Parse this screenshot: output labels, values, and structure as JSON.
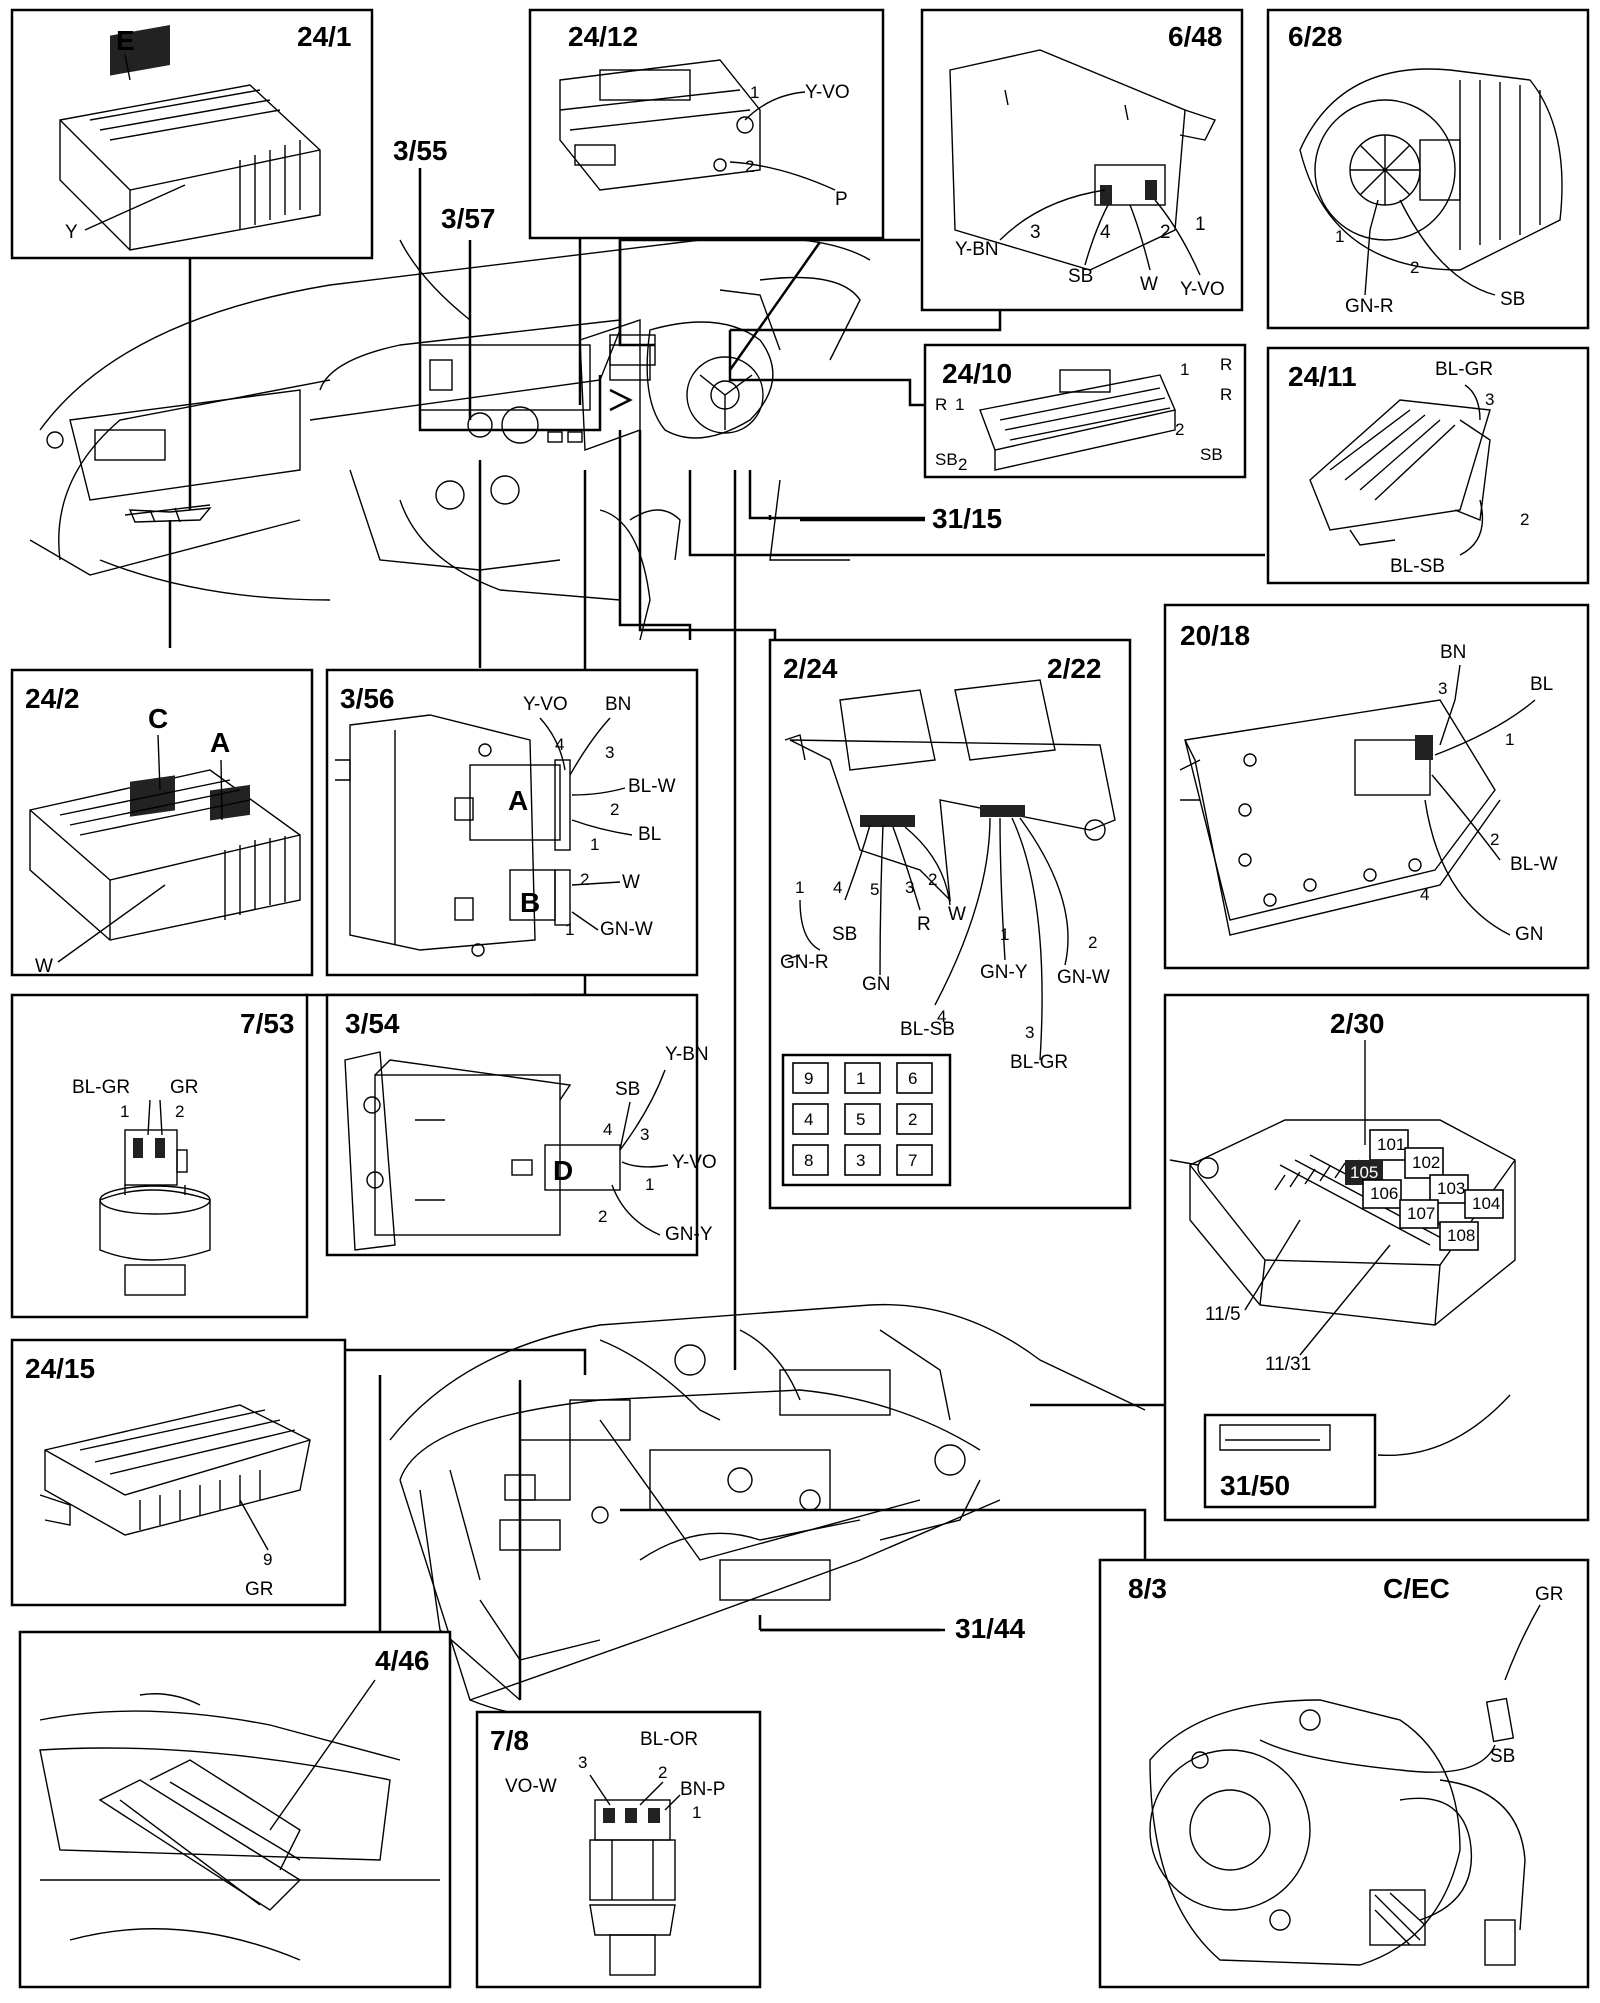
{
  "connectors": {
    "c24_1": {
      "id": "24/1",
      "labels": [
        "E",
        "Y"
      ]
    },
    "c24_12": {
      "id": "24/12",
      "labels": [
        "1",
        "Y-VO",
        "2",
        "P"
      ]
    },
    "c6_48": {
      "id": "6/48",
      "labels": [
        "Y-BN",
        "3",
        "4",
        "2",
        "1",
        "SB",
        "W",
        "Y-VO"
      ]
    },
    "c6_28": {
      "id": "6/28",
      "labels": [
        "1",
        "2",
        "GN-R",
        "SB"
      ]
    },
    "c3_55": {
      "id": "3/55"
    },
    "c3_57": {
      "id": "3/57"
    },
    "c24_10": {
      "id": "24/10",
      "labels": [
        "R",
        "1",
        "R",
        "1",
        "R",
        "SB",
        "2",
        "2",
        "SB"
      ]
    },
    "c24_11": {
      "id": "24/11",
      "labels": [
        "BL-GR",
        "3",
        "2",
        "BL-SB"
      ]
    },
    "c31_15": {
      "id": "31/15"
    },
    "c24_2": {
      "id": "24/2",
      "labels": [
        "C",
        "A",
        "W"
      ]
    },
    "c3_56": {
      "id": "3/56",
      "labels": [
        "Y-VO",
        "BN",
        "4",
        "3",
        "A",
        "BL-W",
        "2",
        "1",
        "BL",
        "2",
        "W",
        "B",
        "1",
        "GN-W"
      ]
    },
    "c2_24": {
      "id": "2/24"
    },
    "c2_22": {
      "id": "2/22"
    },
    "relay_wires": {
      "labels": [
        "1",
        "4",
        "5",
        "3",
        "2",
        "SB",
        "R",
        "W",
        "GN-R",
        "GN",
        "1",
        "GN-Y",
        "2",
        "GN-W",
        "4",
        "BL-SB",
        "3",
        "BL-GR"
      ]
    },
    "relay_grid": [
      "9",
      "1",
      "6",
      "4",
      "5",
      "2",
      "8",
      "3",
      "7"
    ],
    "c20_18": {
      "id": "20/18",
      "labels": [
        "BN",
        "3",
        "BL",
        "1",
        "2",
        "BL-W",
        "4",
        "GN"
      ]
    },
    "c7_53": {
      "id": "7/53",
      "labels": [
        "BL-GR",
        "GR",
        "1",
        "2"
      ]
    },
    "c3_54": {
      "id": "3/54",
      "labels": [
        "Y-BN",
        "SB",
        "4",
        "3",
        "D",
        "Y-VO",
        "1",
        "2",
        "GN-Y"
      ]
    },
    "c2_30": {
      "id": "2/30",
      "labels": [
        "101",
        "102",
        "105",
        "106",
        "103",
        "107",
        "104",
        "108",
        "11/5",
        "11/31"
      ]
    },
    "c31_50": {
      "id": "31/50"
    },
    "c24_15": {
      "id": "24/15",
      "labels": [
        "9",
        "GR"
      ]
    },
    "c31_44": {
      "id": "31/44"
    },
    "c4_46": {
      "id": "4/46"
    },
    "c7_8": {
      "id": "7/8",
      "labels": [
        "BL-OR",
        "3",
        "VO-W",
        "2",
        "BN-P",
        "1"
      ]
    },
    "c8_3": {
      "id": "8/3",
      "labels": [
        "C/EC",
        "GR",
        "SB"
      ]
    }
  }
}
